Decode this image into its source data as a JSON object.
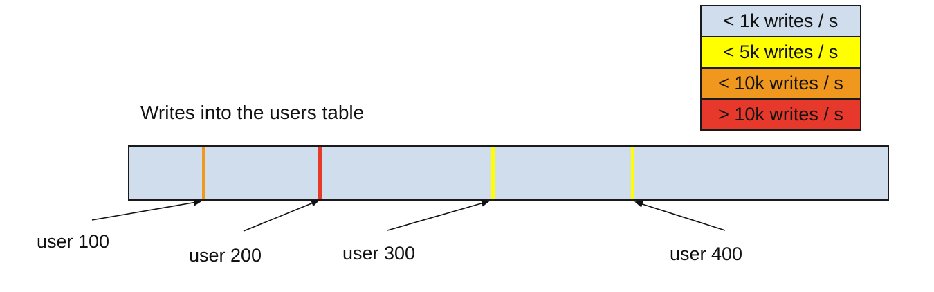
{
  "title": "Writes into the users table",
  "legend": {
    "items": [
      {
        "label": "< 1k writes / s",
        "color": "#cfdded"
      },
      {
        "label": "< 5k writes / s",
        "color": "#ffff00"
      },
      {
        "label": "< 10k writes / s",
        "color": "#f0981e"
      },
      {
        "label": "> 10k writes / s",
        "color": "#e6392b"
      }
    ]
  },
  "bar": {
    "fill_color": "#cfdded",
    "border_color": "#1a1a1a",
    "markers": [
      {
        "user": "user 100",
        "color": "#f0981e"
      },
      {
        "user": "user 200",
        "color": "#e6392b"
      },
      {
        "user": "user 300",
        "color": "#ffff00"
      },
      {
        "user": "user 400",
        "color": "#ffff00"
      }
    ]
  }
}
